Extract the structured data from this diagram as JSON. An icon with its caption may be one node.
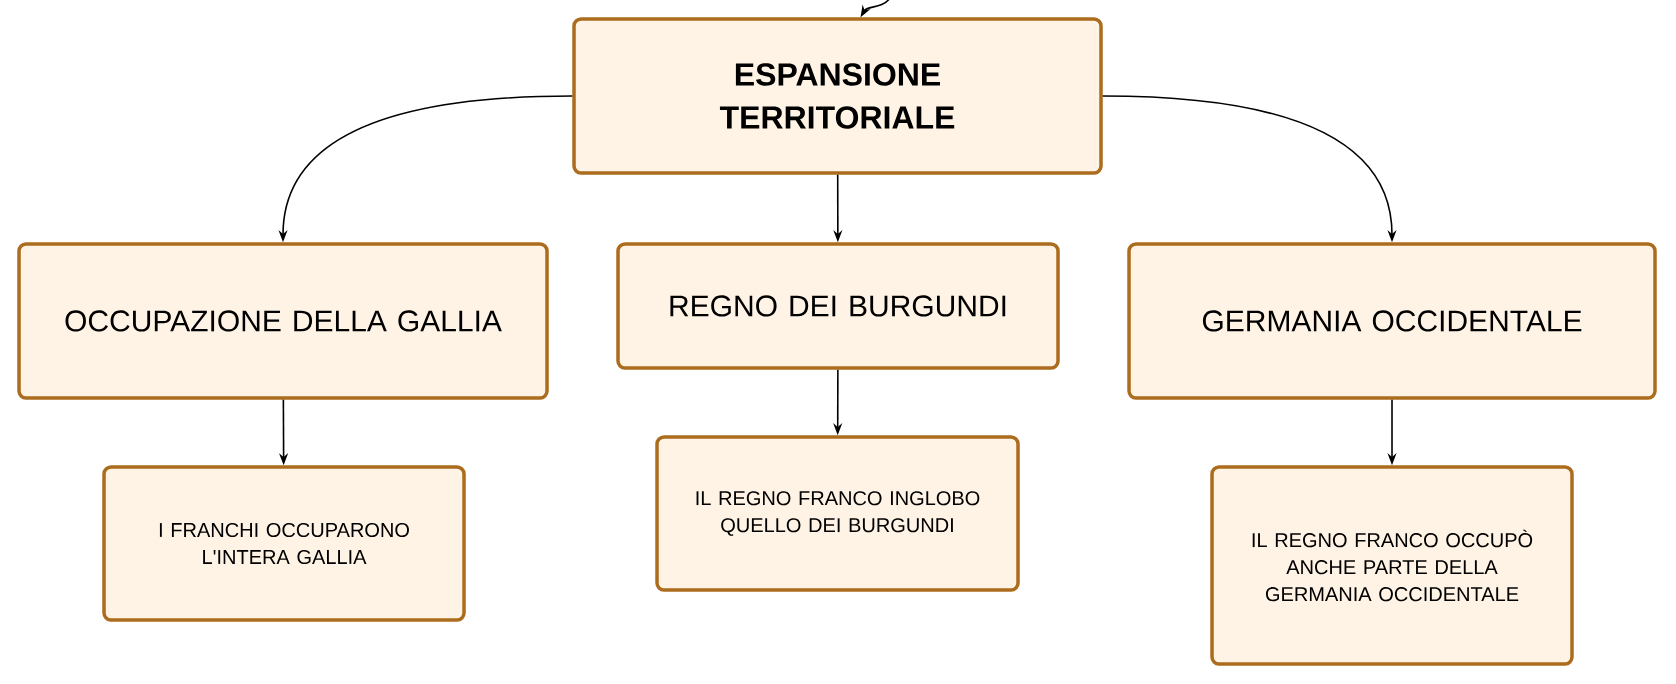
{
  "diagram": {
    "nodes": [
      {
        "text": [
          "ESPANSIONE TERRITORIALE"
        ]
      },
      {
        "text": [
          "OCCUPAZIONE DELLA GALLIA"
        ]
      },
      {
        "text": [
          "REGNO DEI BURGUNDI"
        ]
      },
      {
        "text": [
          "GERMANIA OCCIDENTALE"
        ]
      },
      {
        "text": [
          "I FRANCHI OCCUPARONO L'INTERA GALLIA"
        ]
      },
      {
        "text": [
          "IL REGNO FRANCO INGLOBO QUELLO DEI BURGUNDI"
        ]
      },
      {
        "text": [
          "IL REGNO FRANCO OCCUPÒ ANCHE PARTE DELLA GERMANIA OCCIDENTALE"
        ]
      }
    ],
    "edges": [
      {
        "from": null,
        "to": 0,
        "arrow": "to"
      },
      {
        "from": 0,
        "to": 1,
        "arrow": "to"
      },
      {
        "from": 0,
        "to": 2,
        "arrow": "to"
      },
      {
        "from": 0,
        "to": 3,
        "arrow": "to"
      },
      {
        "from": 1,
        "to": 4,
        "arrow": "to"
      },
      {
        "from": 2,
        "to": 5,
        "arrow": "to"
      },
      {
        "from": 3,
        "to": 6,
        "arrow": "to"
      }
    ]
  }
}
